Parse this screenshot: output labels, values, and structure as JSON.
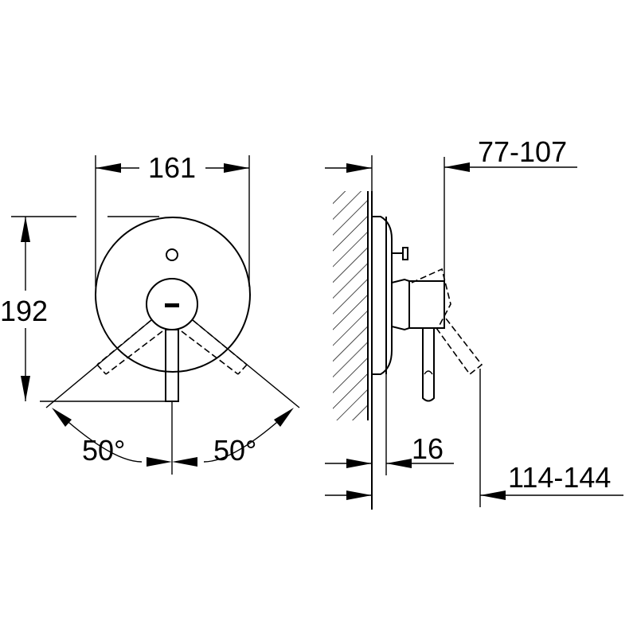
{
  "drawing": {
    "labels": {
      "width": "161",
      "height": "192",
      "angle_left": "50°",
      "angle_right": "50°",
      "projection": "16",
      "handle_depth": "77-107",
      "total_depth": "114-144"
    }
  }
}
